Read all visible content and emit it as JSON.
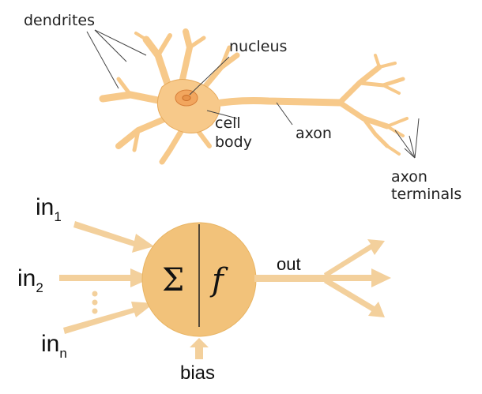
{
  "neuron": {
    "dendrites_label": "dendrites",
    "nucleus_label": "nucleus",
    "cell_body_line1": "cell",
    "cell_body_line2": "body",
    "axon_label": "axon",
    "axon_terminals_line1": "axon",
    "axon_terminals_line2": "terminals"
  },
  "perceptron": {
    "inputs": [
      {
        "base": "in",
        "sub": "1"
      },
      {
        "base": "in",
        "sub": "2"
      },
      {
        "base": "in",
        "sub": "n"
      }
    ],
    "sum_symbol": "Σ",
    "activation_symbol": "f",
    "output_label": "out",
    "bias_label": "bias"
  },
  "colors": {
    "cell_fill": "#f7c98a",
    "cell_outline": "#e6a95a",
    "arrow": "#f3d09c",
    "body_circle": "#f2c27a",
    "nucleus": "#e8934a",
    "leader_line": "#444444"
  }
}
